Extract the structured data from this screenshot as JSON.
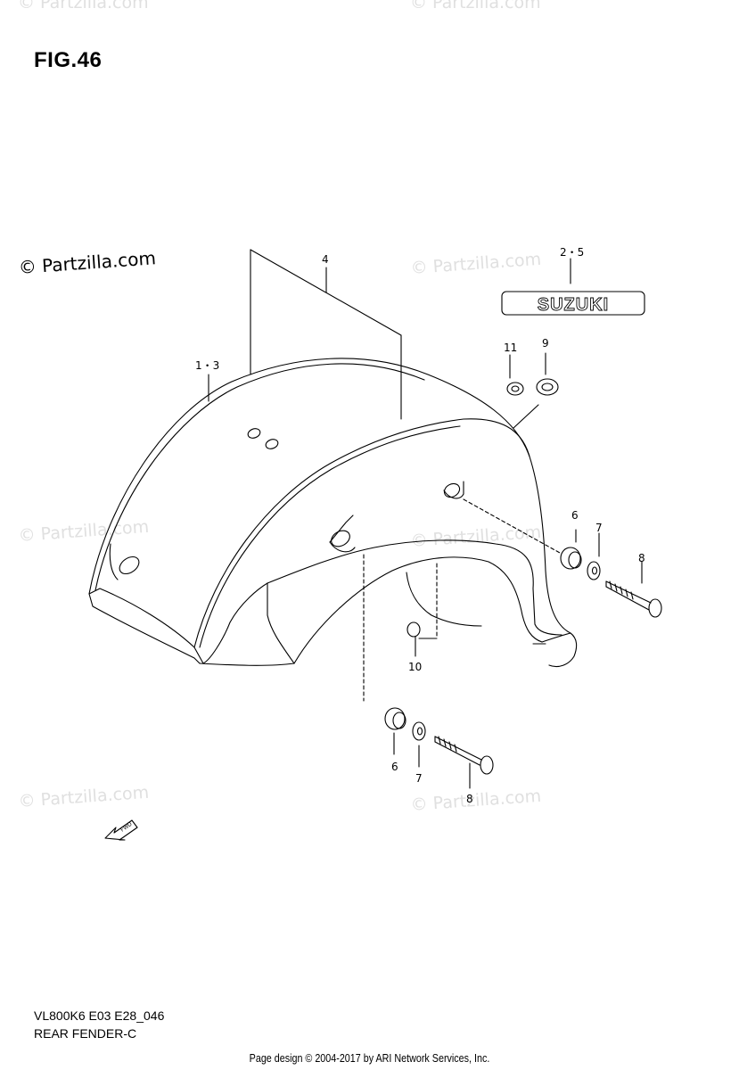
{
  "figure": {
    "title": "FIG.46",
    "model_code": "VL800K6 E03 E28_046",
    "section_name": "REAR FENDER-C"
  },
  "watermarks": [
    {
      "text": "© Partzilla.com",
      "emphasis": "dark"
    },
    {
      "text": "© Partzilla.com",
      "emphasis": "light"
    },
    {
      "text": "© Partzilla.com",
      "emphasis": "light"
    },
    {
      "text": "© Partzilla.com",
      "emphasis": "light"
    },
    {
      "text": "© Partzilla.com",
      "emphasis": "light"
    },
    {
      "text": "© Partzilla.com",
      "emphasis": "light"
    },
    {
      "text": "© Partzilla.com",
      "emphasis": "light"
    },
    {
      "text": "© Partzilla.com",
      "emphasis": "light"
    }
  ],
  "callouts": {
    "c13": "1・3",
    "c4": "4",
    "c25": "2・5",
    "c11": "11",
    "c9": "9",
    "c6a": "6",
    "c7a": "7",
    "c8a": "8",
    "c10": "10",
    "c6b": "6",
    "c7b": "7",
    "c8b": "8"
  },
  "emblem": {
    "text": "SUZUKI"
  },
  "fwd_arrow": {
    "text": "FWD"
  },
  "credit": "Page design © 2004-2017 by ARI Network Services, Inc."
}
